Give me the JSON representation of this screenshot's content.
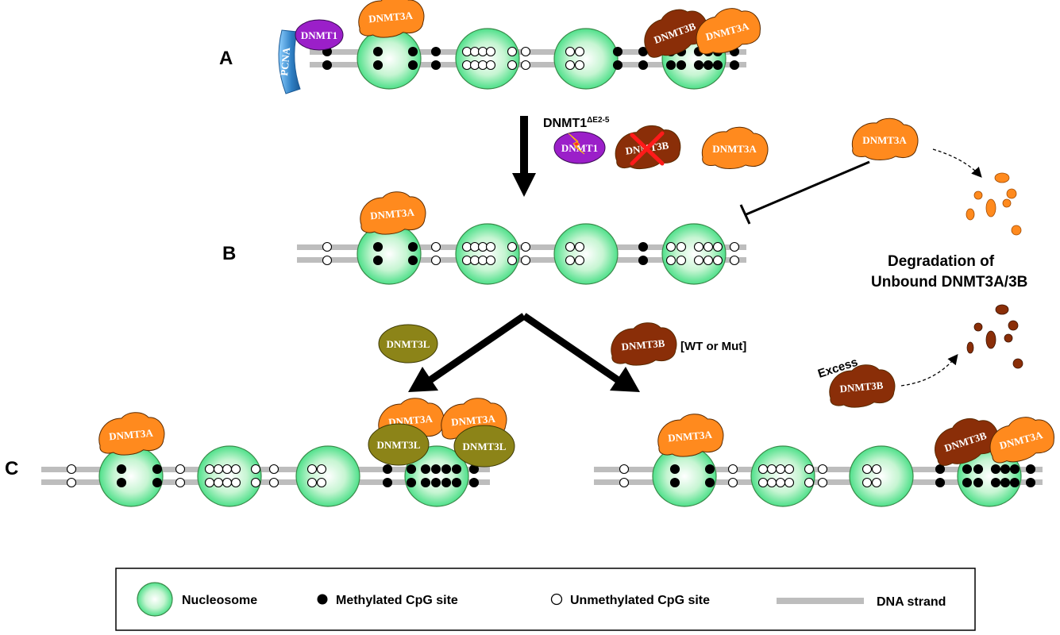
{
  "panels": {
    "a": "A",
    "b": "B",
    "c": "C"
  },
  "proteins": {
    "dnmt1": "DNMT1",
    "dnmt3a": "DNMT3A",
    "dnmt3b": "DNMT3B",
    "dnmt3l": "DNMT3L",
    "pcna": "PCNA"
  },
  "arrow_label": {
    "base": "DNMT1",
    "superscript": "ΔE2-5"
  },
  "wt_or_mut": "[WT or Mut]",
  "excess": "Excess",
  "degradation": {
    "line1": "Degradation of",
    "line2": "Unbound DNMT3A/3B"
  },
  "legend": {
    "nucleosome": "Nucleosome",
    "methylated": "Methylated CpG site",
    "unmethylated": "Unmethylated CpG site",
    "dna": "DNA strand"
  },
  "colors": {
    "nucleosome_fill": "#b8f0c6",
    "nucleosome_edge": "#3a8a4a",
    "dnmt3a": "#ff8a1e",
    "dnmt3b": "#8a2e08",
    "dnmt3l": "#8c8418",
    "dnmt1": "#9b1fc9",
    "pcna": "#2e7fc4",
    "dna": "#bdbdbd"
  },
  "icons": {
    "inhibit_cross": "red-x-icon",
    "lightning": "lightning-icon"
  }
}
